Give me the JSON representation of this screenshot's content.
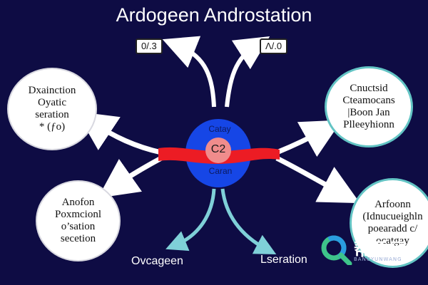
{
  "title": "Ardogeen Androstation",
  "tags": {
    "left": "0/.3",
    "right": "Λ/.0"
  },
  "nodes": {
    "top_left": [
      "Dxainction",
      "Oyatic",
      "seration",
      "* (ƒo)"
    ],
    "bottom_left": [
      "Anofon",
      "Poxmcionl",
      "o’sation",
      "secetion"
    ],
    "top_right": [
      "Cnuctsid",
      "Cteamocans",
      "|Boon Jan",
      "Plleeyhionn"
    ],
    "bottom_right": [
      "Arfoonn",
      "(Idnucueighln",
      "poearadd c/",
      "ocatgay"
    ]
  },
  "core": {
    "top": "Catay",
    "center": "C2",
    "bottom": "Caran"
  },
  "bottom_labels": {
    "left": "Ovcageen",
    "right": "Lseration"
  },
  "watermark": {
    "main": "帮孕网",
    "sub": "BANGYUNWANG"
  },
  "colors": {
    "background": "#0e0c44",
    "core_blue": "#1646e6",
    "core_center": "#f08c8c",
    "red_bar": "#ec1c24",
    "teal_arrows": "#7fd0d8",
    "teal_border": "#63c4c4"
  }
}
